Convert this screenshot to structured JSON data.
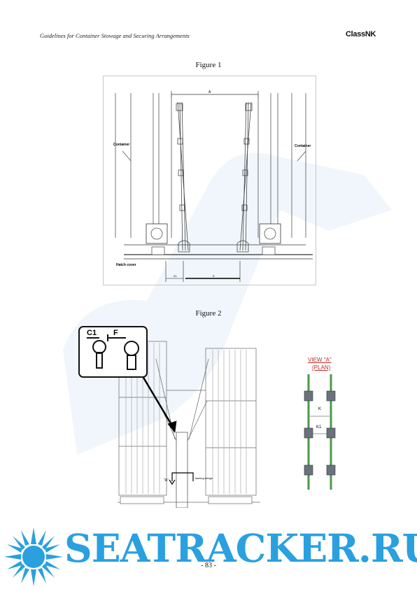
{
  "header": {
    "title": "Guidelines for Container Stowage and Securing Arrangements",
    "logo": "ClassNK"
  },
  "figure1": {
    "caption": "Figure 1",
    "labels": {
      "dim_a": "A",
      "container_left": "Container",
      "container_right": "Container",
      "hatch_cover": "Hatch cover",
      "dim_k1": "K1",
      "dim_k": "K"
    }
  },
  "figure2": {
    "caption": "Figure 2",
    "callout": {
      "c1": "C1",
      "f": "F"
    },
    "view": {
      "title": "VIEW \"A\"",
      "subtitle": "(PLAN)",
      "k": "K",
      "k1": "K1"
    },
    "small_labels": {
      "view_a": "\"A\"",
      "lashing_bridge": "lashing bridge"
    }
  },
  "page_number": "- 83 -",
  "watermark": {
    "text": "SEATRACKER.RU",
    "color": "#2aa0df"
  }
}
